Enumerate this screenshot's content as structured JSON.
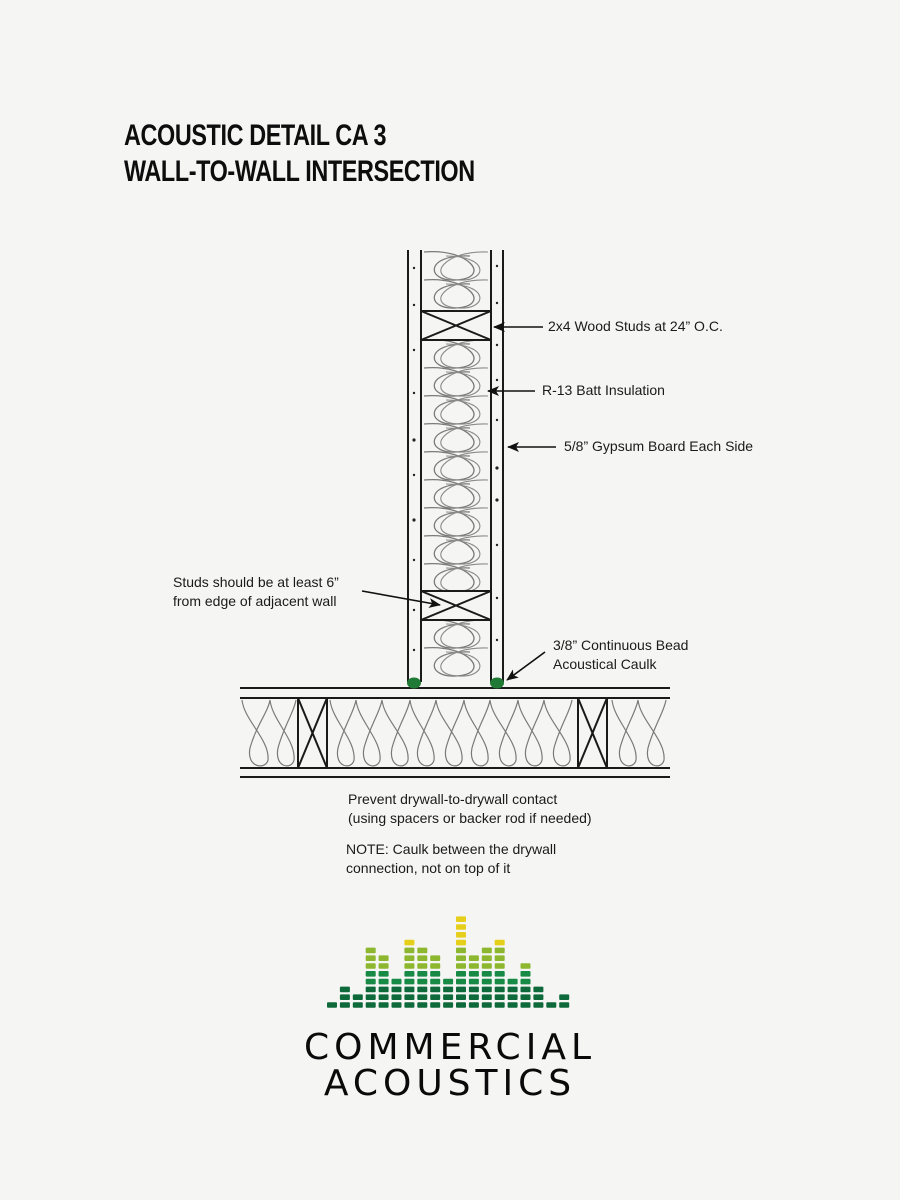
{
  "title": {
    "line1": "Acoustic Detail CA 3",
    "line2": "Wall-to-Wall Intersection"
  },
  "callouts": {
    "studs": "2x4 Wood Studs at 24” O.C.",
    "insulation": "R-13 Batt Insulation",
    "gypsum": "5/8”  Gypsum Board Each Side",
    "stud_spacing_line1": "Studs should be at least 6”",
    "stud_spacing_line2": "from edge of adjacent wall",
    "caulk_line1": "3/8” Continuous Bead",
    "caulk_line2": "Acoustical Caulk"
  },
  "notes": {
    "prevent_line1": "Prevent drywall-to-drywall contact",
    "prevent_line2": "(using spacers or backer rod if needed)",
    "note_line1": "NOTE: Caulk between the drywall",
    "note_line2": "connection, not on top of it"
  },
  "logo": {
    "line1": "COMMERCIAL",
    "line2": "ACOUSTICS",
    "bar_heights": [
      1,
      3,
      2,
      8,
      7,
      4,
      9,
      8,
      7,
      4,
      12,
      7,
      8,
      9,
      4,
      6,
      3,
      1,
      2
    ]
  },
  "colors": {
    "caulk_green": "#1f7a35",
    "line_dark": "#1a1a1a",
    "insulation_gray": "#7a7a7a",
    "logo_dark_green": "#0e6a3a",
    "logo_mid_green": "#178a46",
    "logo_lime": "#8db72e",
    "logo_yellow": "#e6cf1a"
  }
}
